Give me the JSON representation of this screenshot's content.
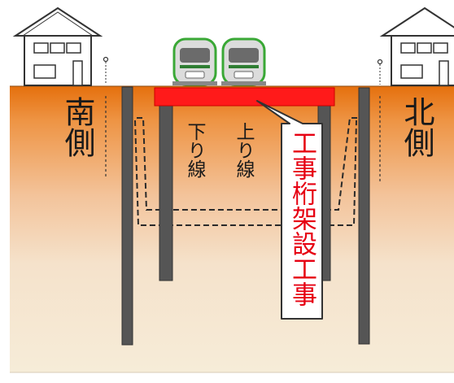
{
  "labels": {
    "south_side": "南側",
    "north_side": "北側",
    "down_line": "下り線",
    "up_line": "上り線",
    "callout": "工事桁架設工事"
  },
  "colors": {
    "soil_top": "#e5700d",
    "soil_mid": "#f3c39a",
    "soil_bottom": "#f6ecd8",
    "bridge_girder": "#ff1a1a",
    "pile": "#555555",
    "train_body": "#dcdcdc",
    "train_trim": "#3aa836",
    "callout_text": "#e60012"
  },
  "icons": [
    "house-icon",
    "train-icon",
    "survey-marker-icon"
  ]
}
